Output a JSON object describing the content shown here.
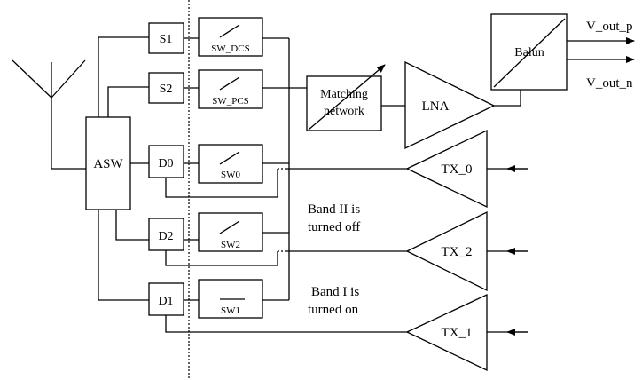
{
  "blocks": {
    "asw": "ASW",
    "s1": "S1",
    "s2": "S2",
    "d0": "D0",
    "d2": "D2",
    "d1": "D1",
    "sw_dcs": "SW_DCS",
    "sw_pcs": "SW_PCS",
    "sw0": "SW0",
    "sw2": "SW2",
    "sw1": "SW1",
    "matching_line1": "Matching",
    "matching_line2": "network",
    "lna": "LNA",
    "balun": "Balun",
    "tx0": "TX_0",
    "tx2": "TX_2",
    "tx1": "TX_1"
  },
  "outputs": {
    "p": "V_out_p",
    "n": "V_out_n"
  },
  "annotations": {
    "band2_line1": "Band II is",
    "band2_line2": "turned  off",
    "band1_line1": "Band I is",
    "band1_line2": "turned on"
  }
}
